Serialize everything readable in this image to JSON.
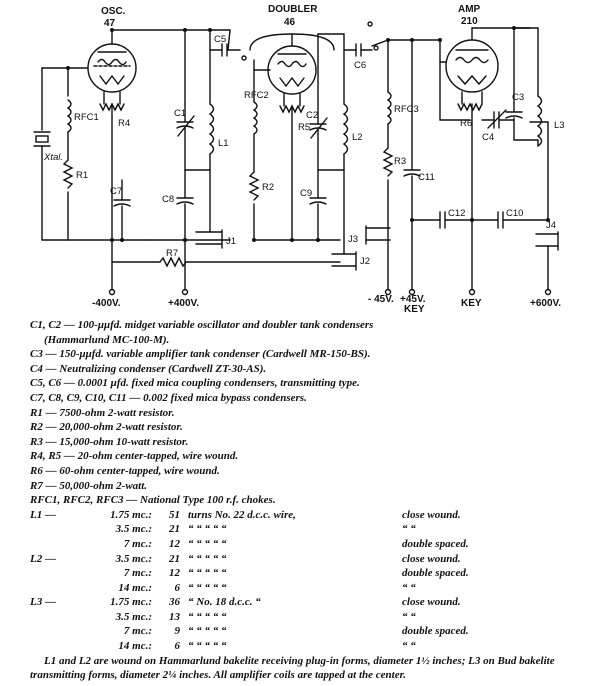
{
  "schematic": {
    "stage_labels": {
      "osc_name": "OSC.",
      "osc_tube": "47",
      "doubler_name": "DOUBLER",
      "doubler_tube": "46",
      "amp_name": "AMP",
      "amp_tube": "210"
    },
    "component_labels": {
      "xtal": "Xtal.",
      "rfc1": "RFC1",
      "r1": "R1",
      "r4": "R4",
      "c1": "C1",
      "l1": "L1",
      "c5": "C5",
      "rfc2": "RFC2",
      "r2": "R2",
      "c7": "C7",
      "c8": "C8",
      "j1": "J1",
      "r7": "R7",
      "r5": "R5",
      "c2": "C2",
      "l2": "L2",
      "c6": "C6",
      "c9": "C9",
      "j2": "J2",
      "j3": "J3",
      "rfc3": "RFC3",
      "r3": "R3",
      "c11": "C11",
      "c12": "C12",
      "c10": "C10",
      "j4": "J4",
      "r6": "R6",
      "c3": "C3",
      "l3": "L3",
      "c4": "C4"
    },
    "terminals": {
      "minus400": "-400V.",
      "plus400": "+400V.",
      "minus45": "- 45V.",
      "plus45": "+45V.",
      "key_label": "KEY",
      "key2": "KEY",
      "plus600": "+600V."
    }
  },
  "legend": {
    "lines": [
      {
        "text": "C1, C2 — 100-μμfd. midget variable oscillator and doubler tank condensers"
      },
      {
        "text": "(Hammarlund MC-100-M).",
        "cont": true
      },
      {
        "text": "C3 — 150-μμfd. variable amplifier tank condenser (Cardwell MR-150-BS)."
      },
      {
        "text": "C4 — Neutralizing condenser (Cardwell ZT-30-AS)."
      },
      {
        "text": "C5, C6 — 0.0001 μfd. fixed mica coupling condensers, transmitting type."
      },
      {
        "text": "C7, C8, C9, C10, C11 — 0.002 fixed mica bypass condensers."
      },
      {
        "text": "R1 — 7500-ohm 2-watt resistor."
      },
      {
        "text": "R2 — 20,000-ohm 2-watt resistor."
      },
      {
        "text": "R3 — 15,000-ohm 10-watt resistor."
      },
      {
        "text": "R4, R5 — 20-ohm center-tapped, wire wound."
      },
      {
        "text": "R6 — 60-ohm center-tapped, wire wound."
      },
      {
        "text": "R7 — 50,000-ohm 2-watt."
      },
      {
        "text": "RFC1, RFC2, RFC3 — National Type 100 r.f. chokes."
      }
    ],
    "coil_table": [
      {
        "coil": "L1 —",
        "freq": "1.75 mc.:",
        "turns": "51",
        "wire": "turns No. 22 d.c.c. wire,",
        "wind": "close wound."
      },
      {
        "coil": "",
        "freq": "3.5 mc.:",
        "turns": "21",
        "wire": "“    “   “   “    “",
        "wind": "“      “"
      },
      {
        "coil": "",
        "freq": "7 mc.:",
        "turns": "12",
        "wire": "“    “   “   “    “",
        "wind": "double spaced."
      },
      {
        "coil": "L2 —",
        "freq": "3.5 mc.:",
        "turns": "21",
        "wire": "“    “   “   “    “",
        "wind": "close wound."
      },
      {
        "coil": "",
        "freq": "7 mc.:",
        "turns": "12",
        "wire": "“    “   “   “    “",
        "wind": "double spaced."
      },
      {
        "coil": "",
        "freq": "14 mc.:",
        "turns": "6",
        "wire": "“    “   “   “    “",
        "wind": "“      “"
      },
      {
        "coil": "L3 —",
        "freq": "1.75 mc.:",
        "turns": "36",
        "wire": "“   No. 18 d.c.c.   “",
        "wind": "close wound."
      },
      {
        "coil": "",
        "freq": "3.5 mc.:",
        "turns": "13",
        "wire": "“    “   “   “    “",
        "wind": "“      “"
      },
      {
        "coil": "",
        "freq": "7 mc.:",
        "turns": "9",
        "wire": "“    “   “   “    “",
        "wind": "double spaced."
      },
      {
        "coil": "",
        "freq": "14 mc.:",
        "turns": "6",
        "wire": "“    “   “   “    “",
        "wind": "“      “"
      }
    ],
    "notes": "L1 and L2 are wound on Hammarlund bakelite receiving plug-in forms, diameter 1½ inches; L3 on Bud bakelite transmitting forms, diameter 2¼ inches. All amplifier coils are tapped at the center."
  }
}
